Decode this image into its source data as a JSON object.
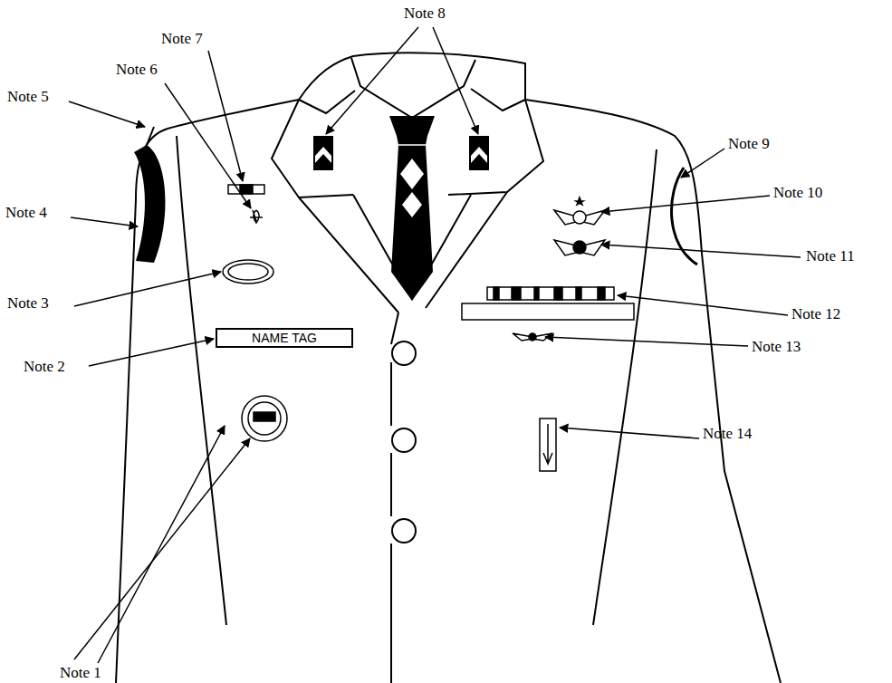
{
  "diagram": {
    "nodes": [
      {
        "text": [
          "NAME TAG"
        ]
      }
    ],
    "labels": [
      "Note 8",
      "Note 7",
      "Note 6",
      "Note 5",
      "Note 4",
      "Note 3",
      "Note 2",
      "Note 1",
      "Note 9",
      "Note 10",
      "Note 11",
      "Note 12",
      "Note 13",
      "Note 14"
    ]
  }
}
